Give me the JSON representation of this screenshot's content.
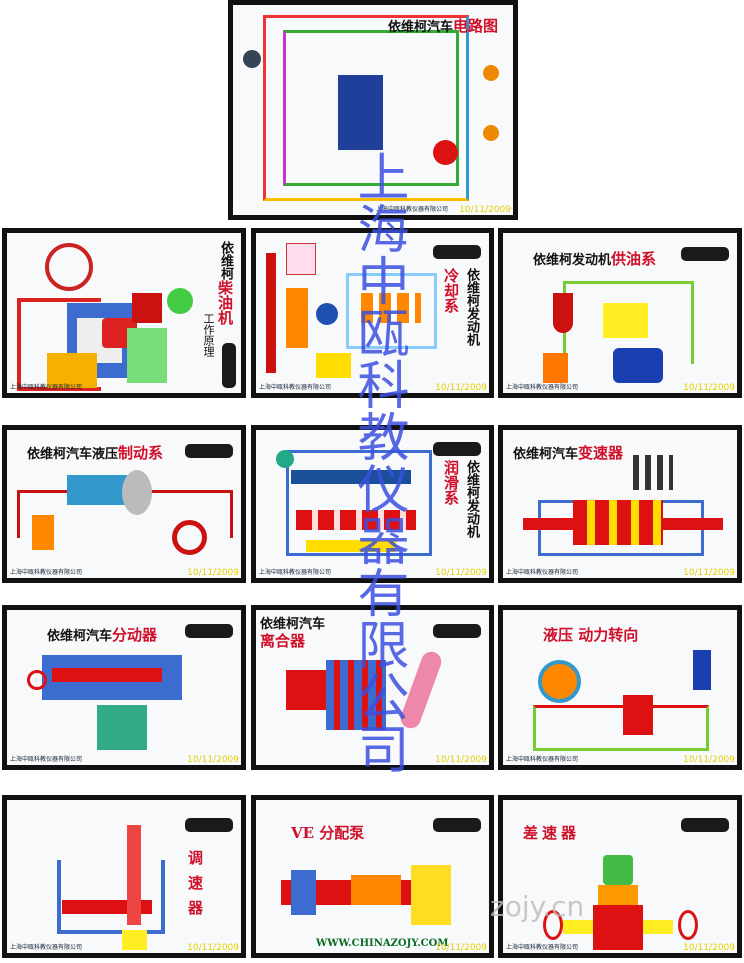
{
  "boards": [
    {
      "title_black": "依维柯汽车",
      "title_red": "电路图",
      "company": "上海中瓯科教仪器有限公司",
      "date": "10/11/2009"
    },
    {
      "title_black": "依维柯",
      "title_red": "柴油机",
      "subtitle": "工作原理",
      "company": "上海中瓯科教仪器有限公司"
    },
    {
      "title_black": "依维柯发动机",
      "title_red": "冷却系",
      "company": "上海中瓯科教仪器有限公司",
      "date": "10/11/2009"
    },
    {
      "title_black": "依维柯发动机",
      "title_red": "供油系",
      "company": "上海中瓯科教仪器有限公司",
      "date": "10/11/2009"
    },
    {
      "title_black": "依维柯汽车液压",
      "title_red": "制动系",
      "company": "上海中瓯科教仪器有限公司",
      "date": "10/11/2009"
    },
    {
      "title_black": "依维柯发动机",
      "title_red": "润滑系",
      "company": "上海中瓯科教仪器有限公司",
      "date": "10/11/2009"
    },
    {
      "title_black": "依维柯汽车",
      "title_red": "变速器",
      "company": "上海中瓯科教仪器有限公司",
      "date": "10/11/2009"
    },
    {
      "title_black": "依维柯汽车",
      "title_red": "分动器",
      "company": "上海中瓯科教仪器有限公司",
      "date": "10/11/2009"
    },
    {
      "title_black": "依维柯汽车",
      "title_red": "离合器",
      "company": "上海中瓯科教仪器有限公司",
      "date": "10/11/2009"
    },
    {
      "title_red": "液压 动力转向",
      "company": "上海中瓯科教仪器有限公司",
      "date": "10/11/2009"
    },
    {
      "title_red": "调速器",
      "company": "上海中瓯科教仪器有限公司",
      "date": "10/11/2009"
    },
    {
      "title_red": "VE 分配泵",
      "url": "WWW.CHINAZOJY.COM",
      "date": "10/11/2009"
    },
    {
      "title_red": "差速器",
      "company": "上海中瓯科教仪器有限公司",
      "date": "10/11/2009"
    }
  ],
  "watermark": "上海中瓯科教仪器有限公司",
  "watermark_site": "zojy.cn"
}
